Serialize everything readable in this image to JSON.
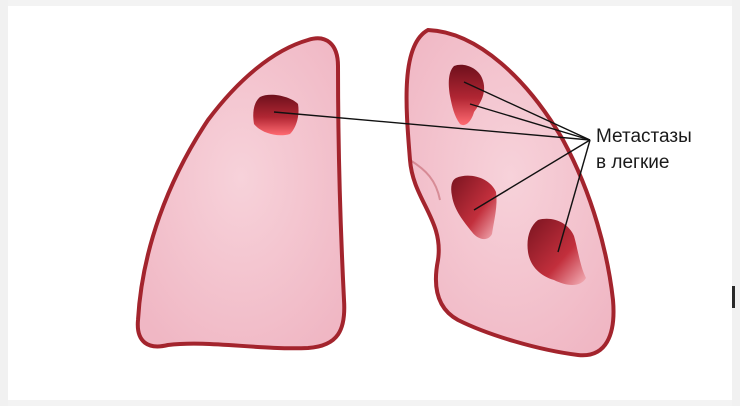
{
  "annotation": {
    "line1": "Метастазы",
    "line2": "в легкие"
  },
  "colors": {
    "lung_fill": "#f5c6d0",
    "lung_outline": "#a3242d",
    "metastasis_dark": "#7a1420",
    "metastasis_light": "#e84a55",
    "pointer_line": "#111111"
  },
  "metastasis_count": 4
}
